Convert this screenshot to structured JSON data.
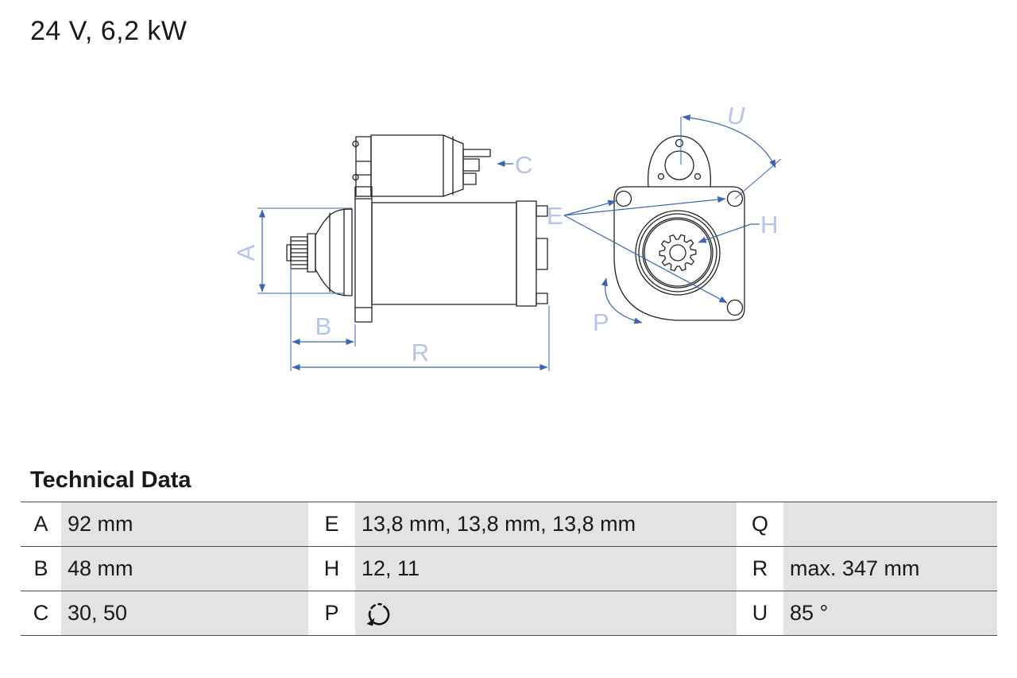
{
  "header": {
    "title": "24 V, 6,2 kW"
  },
  "diagram": {
    "description": "starter-motor technical drawing, side view and flange front view",
    "dimension_labels": {
      "A": "A",
      "B": "B",
      "C": "C",
      "E": "E",
      "H": "H",
      "P": "P",
      "R": "R",
      "U": "U"
    },
    "colors": {
      "outline": "#232323",
      "dimension_blue": "#3d64b3",
      "label_blue": "#b7c4ea"
    }
  },
  "table": {
    "heading": "Technical Data",
    "cell_gray": "#e3e3e3",
    "rows": [
      {
        "cells": [
          {
            "key": "A",
            "value": "92 mm"
          },
          {
            "key": "E",
            "value": "13,8 mm, 13,8 mm, 13,8 mm"
          },
          {
            "key": "Q",
            "value": ""
          }
        ]
      },
      {
        "cells": [
          {
            "key": "B",
            "value": "48 mm"
          },
          {
            "key": "H",
            "value": "12, 11"
          },
          {
            "key": "R",
            "value": "max. 347 mm"
          }
        ]
      },
      {
        "cells": [
          {
            "key": "C",
            "value": "30, 50"
          },
          {
            "key": "P",
            "value": "",
            "icon": "rotation-ccw-icon"
          },
          {
            "key": "U",
            "value": "85 °"
          }
        ]
      }
    ]
  }
}
